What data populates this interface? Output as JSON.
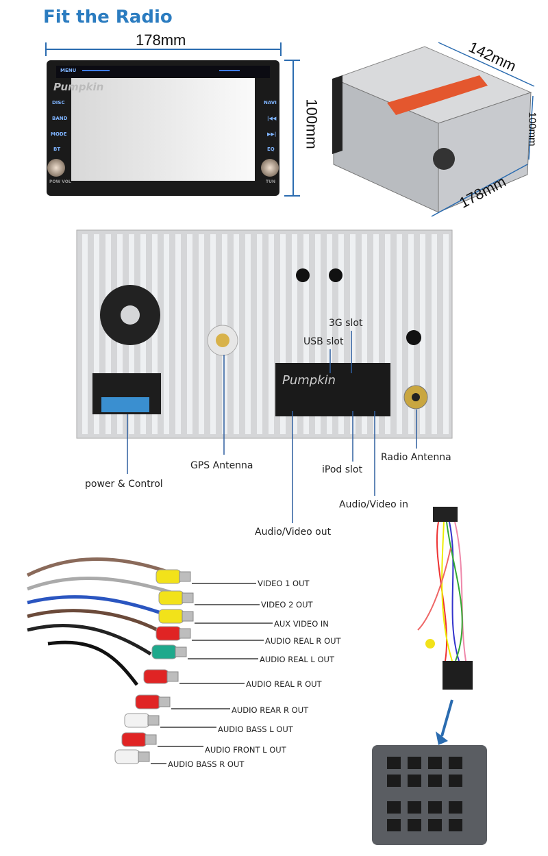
{
  "title": "Fit the Radio",
  "dimensions": {
    "front_width": "178mm",
    "front_height": "100mm",
    "depth": "142mm",
    "box_height": "100mm",
    "box_width": "178mm"
  },
  "brand": "Pumpkin",
  "front_buttons": {
    "left": [
      "MENU",
      "DISC",
      "BAND",
      "MODE",
      "BT"
    ],
    "right": [
      "NAVI",
      "|◀◀",
      "▶▶|",
      "EQ"
    ],
    "knob_left": "POW VOL",
    "knob_right": "TUN"
  },
  "back_panel_labels": {
    "slot_3g": "3G slot",
    "usb_slot": "USB slot",
    "gps_antenna": "GPS Antenna",
    "power_control": "power & Control",
    "ipod_slot": "iPod slot",
    "radio_antenna": "Radio Antenna",
    "av_in": "Audio/Video in",
    "av_out": "Audio/Video out"
  },
  "cable_labels": [
    "VIDEO 1 OUT",
    "VIDEO 2 OUT",
    "AUX VIDEO IN",
    "AUDIO REAL R OUT",
    "AUDIO REAL L OUT",
    "AUDIO REAL R OUT",
    "AUDIO REAR R OUT",
    "AUDIO BASS L OUT",
    "AUDIO FRONT L OUT",
    "AUDIO BASS R OUT"
  ],
  "colors": {
    "title": "#2b7cc0",
    "dimension_line": "#2b6cb0",
    "label_line": "#2f5f9f",
    "rca_yellow": "#f2e21a",
    "rca_red": "#e02424",
    "rca_green": "#1fa98c",
    "rca_white": "#f2f2f2"
  }
}
